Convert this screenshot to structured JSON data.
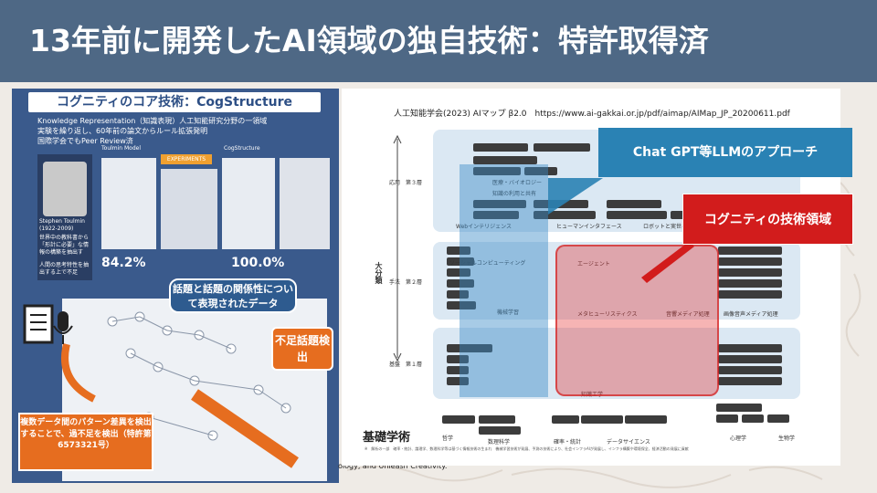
{
  "slide": {
    "title": "13年前に開発したAI領域の独自技術：特許取得済"
  },
  "left_panel": {
    "title": "コグニティのコア技術：CogStructure",
    "lines": [
      "Knowledge Representation（知識表現）人工知能研究分野の一領域",
      "実験を繰り返し、60年前の論文からルール拡張発明",
      "国際学会でもPeer Review済"
    ],
    "toulmin_label": "Toulmin Model",
    "experiments_label": "EXPERIMENTS",
    "cogstructure_label": "CogStructure",
    "photo_caption": "Stephen Toulmin (1922-2009)",
    "photo_desc": "世界中の教科書から「形計に必要」な情報の構築を抽出す",
    "photo_desc2": "人間の思考特性を抽出する上で不足",
    "percent_left": "84.2%",
    "percent_right": "100.0%",
    "callout_blue": "話題と話題の関係性について表現されたデータ",
    "callout_orange": "不足話題検出",
    "bottom_box": "複数データ間のパターン差異を検出することで、過不足を検出（特許第6573321号）"
  },
  "strip_text": "ology, and Unleash Creativity.",
  "map": {
    "caption": "人工知能学会(2023) AIマップ β2.0　https://www.ai-gakkai.or.jp/pdf/aimap/AIMap_JP_20200611.pdf",
    "axis_label": "大分類",
    "levels": [
      "応用　第３層",
      "手法　第２層",
      "基盤　第１層"
    ],
    "top_labels": [
      "医療・バイオロジー",
      "知識の利用と共有"
    ],
    "mid_labels": [
      "Webインテリジェンス",
      "ヒューマンインタフェース",
      "ロボットと実世界"
    ],
    "lower_labels": [
      "ソーシャルコンピューティング",
      "エージェント",
      "機械学習",
      "メタヒューリスティクス",
      "音響メディア処理",
      "画像音声メディア処理"
    ],
    "base_label": "知識工学",
    "kiso": "基礎学術",
    "bottom_fields": [
      "哲学",
      "数理科学",
      "確率・統計",
      "データサイエンス",
      "心理学",
      "生物学"
    ],
    "footnote": "※　解析の一部　確率・統計、論理学、数理科学等は基づく情報技術の生まれ　機械学習技術が発展、予測の技術により、社会インフラAIが発展し、インフラ構築や環境保全、経済活動の発展に貢献"
  },
  "callouts": {
    "llm": "Chat GPT等LLMのアプローチ",
    "cognity": "コグニティの技術領域"
  },
  "colors": {
    "header": "#4e6885",
    "llm_callout": "#2a82b4",
    "cognity_callout": "#d21c1c",
    "orange": "#e66d1f"
  }
}
